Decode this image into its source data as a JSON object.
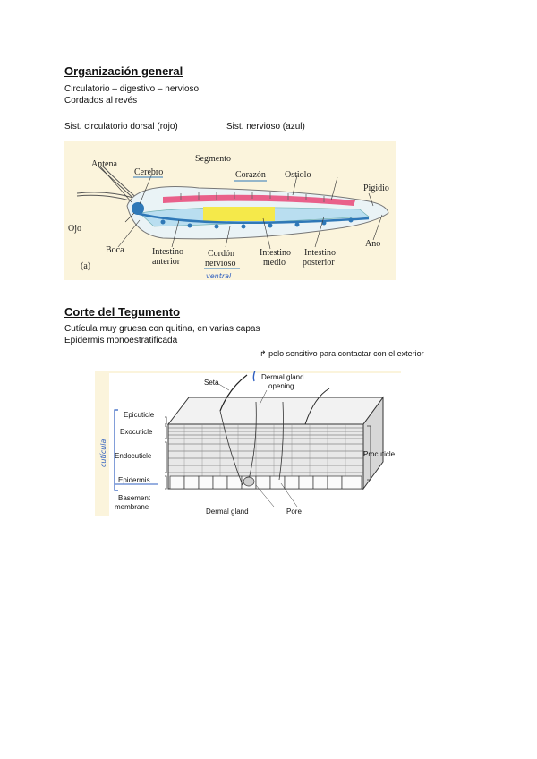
{
  "section1": {
    "title": "Organización general",
    "line1": "Circulatorio – digestivo – nervioso",
    "line2": "Cordados al revés",
    "circulatorio": "Sist. circulatorio dorsal (rojo)",
    "nervioso": "Sist. nervioso (azul)",
    "diagram": {
      "labels": {
        "antena": "Antena",
        "cerebro": "Cerebro",
        "segmento": "Segmento",
        "corazon": "Corazón",
        "ostiolo": "Ostiolo",
        "pigidio": "Pigidio",
        "ojo": "Ojo",
        "boca": "Boca",
        "intestino_anterior_1": "Intestino",
        "intestino_anterior_2": "anterior",
        "cordon_1": "Cordón",
        "cordon_2": "nervioso",
        "intestino_medio_1": "Intestino",
        "intestino_medio_2": "medio",
        "intestino_posterior_1": "Intestino",
        "intestino_posterior_2": "posterior",
        "ano": "Ano",
        "panel": "(a)",
        "handwritten": "ventral"
      }
    }
  },
  "section2": {
    "title": "Corte del Tegumento",
    "line1": "Cutícula muy gruesa con quitina, en varias capas",
    "line2": "Epidermis monoestratificada",
    "note": "pelo sensitivo para contactar con el exterior",
    "note_arrow": "↱",
    "diagram": {
      "labels": {
        "seta": "Seta",
        "dermal_opening_1": "Dermal gland",
        "dermal_opening_2": "opening",
        "epicuticle": "Epicuticle",
        "exocuticle": "Exocuticle",
        "endocuticle": "Endocuticle",
        "epidermis": "Epidermis",
        "basement_1": "Basement",
        "basement_2": "membrane",
        "dermal_gland": "Dermal gland",
        "pore": "Pore",
        "procuticle": "Procuticle",
        "handwritten": "cutícula"
      }
    }
  }
}
